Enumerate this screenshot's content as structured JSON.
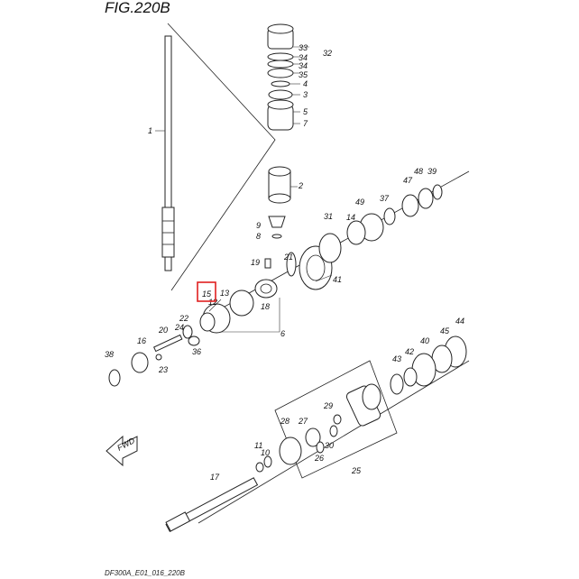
{
  "figure_title": "FIG.220B",
  "footer_code": "DF300A_E01_016_220B",
  "fwd_arrow_label": "FWD",
  "highlighted_part": "15",
  "highlight_color": "#e02020",
  "line_color": "#222222",
  "part_labels": {
    "p1": "1",
    "p2": "2",
    "p3": "3",
    "p4": "4",
    "p5": "5",
    "p6": "6",
    "p7": "7",
    "p8": "8",
    "p9": "9",
    "p10": "10",
    "p11": "11",
    "p12": "12",
    "p13": "13",
    "p14": "14",
    "p15": "15",
    "p16": "16",
    "p17": "17",
    "p18": "18",
    "p19": "19",
    "p20": "20",
    "p21": "21",
    "p22": "22",
    "p23": "23",
    "p24": "24",
    "p25": "25",
    "p26": "26",
    "p27": "27",
    "p28": "28",
    "p29": "29",
    "p30": "30",
    "p31": "31",
    "p32": "32",
    "p33": "33",
    "p34a": "34",
    "p34b": "34",
    "p35": "35",
    "p36": "36",
    "p37": "37",
    "p38": "38",
    "p39": "39",
    "p40": "40",
    "p41": "41",
    "p42": "42",
    "p43": "43",
    "p44": "44",
    "p45": "45",
    "p47": "47",
    "p48": "48",
    "p49": "49"
  }
}
